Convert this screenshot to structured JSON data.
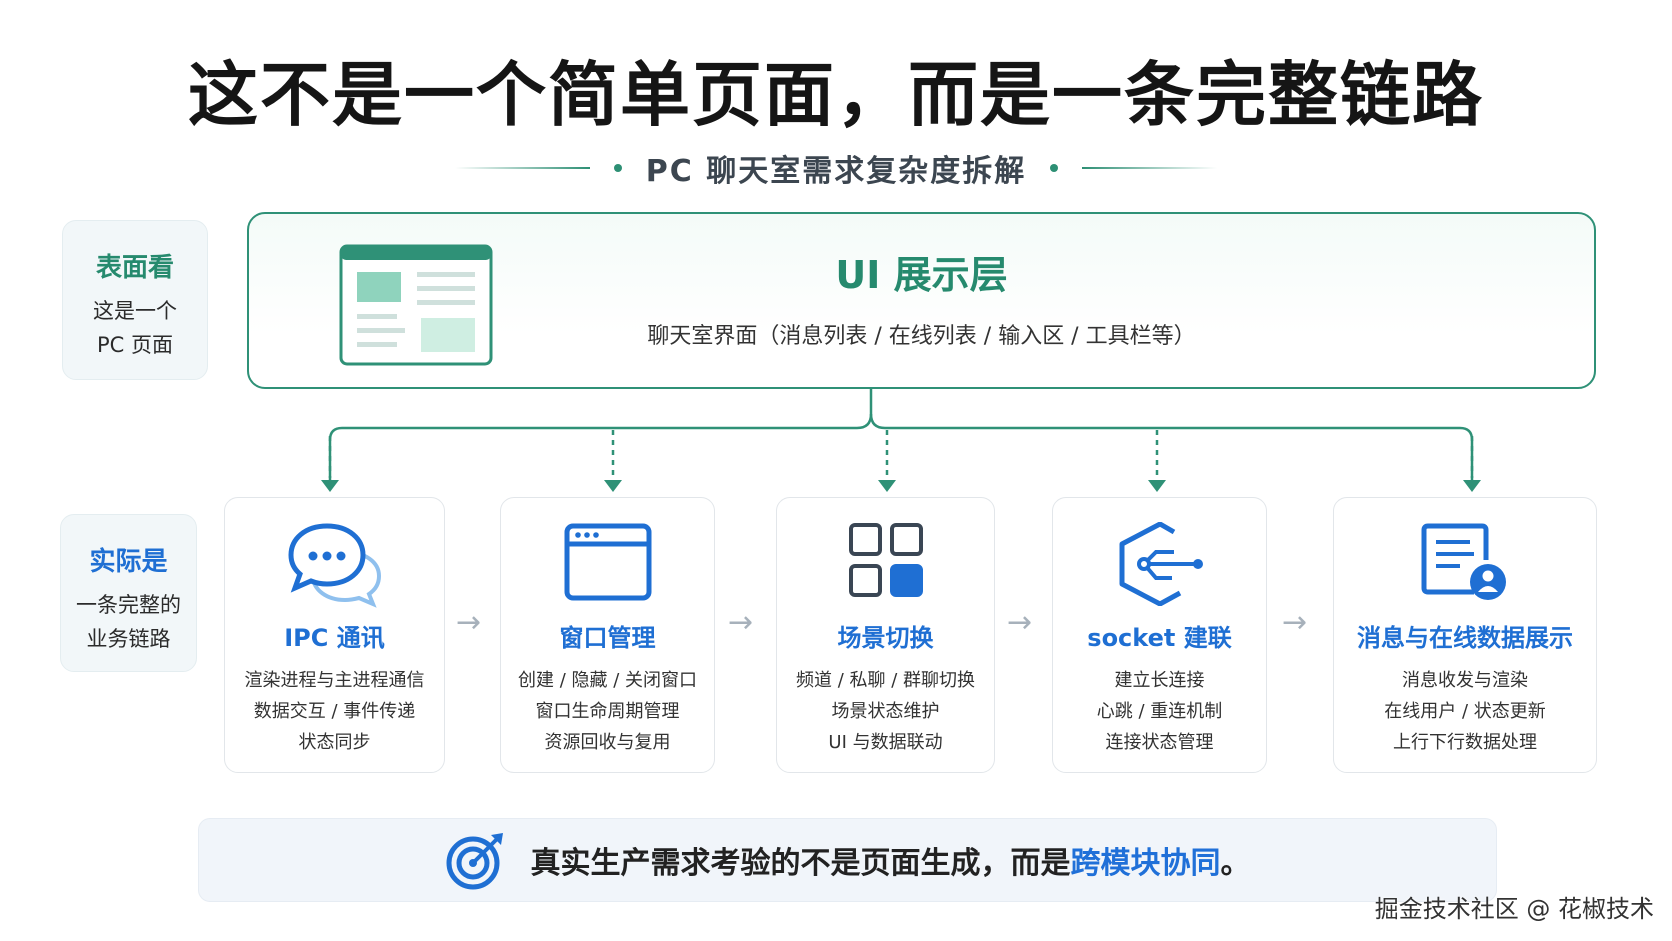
{
  "header": {
    "title": "这不是一个简单页面，而是一条完整链路",
    "subtitle": "PC 聊天室需求复杂度拆解"
  },
  "side_labels": {
    "surface": {
      "title": "表面看",
      "lines": [
        "这是一个",
        "PC 页面"
      ]
    },
    "actual": {
      "title": "实际是",
      "lines": [
        "一条完整的",
        "业务链路"
      ]
    }
  },
  "ui_layer": {
    "title": "UI 展示层",
    "description": "聊天室界面（消息列表 / 在线列表 / 输入区 / 工具栏等）"
  },
  "modules": [
    {
      "title": "IPC 通讯",
      "icon": "chat-bubbles-icon",
      "lines": [
        "渲染进程与主进程通信",
        "数据交互 / 事件传递",
        "状态同步"
      ]
    },
    {
      "title": "窗口管理",
      "icon": "window-icon",
      "lines": [
        "创建 / 隐藏 / 关闭窗口",
        "窗口生命周期管理",
        "资源回收与复用"
      ]
    },
    {
      "title": "场景切换",
      "icon": "grid-icon",
      "lines": [
        "频道 / 私聊 / 群聊切换",
        "场景状态维护",
        "UI 与数据联动"
      ]
    },
    {
      "title": "socket 建联",
      "icon": "connection-hexagon-icon",
      "lines": [
        "建立长连接",
        "心跳 / 重连机制",
        "连接状态管理"
      ]
    },
    {
      "title": "消息与在线数据展示",
      "icon": "document-user-icon",
      "lines": [
        "消息收发与渲染",
        "在线用户 / 状态更新",
        "上行下行数据处理"
      ]
    }
  ],
  "flow_arrow": "→",
  "banner": {
    "text": "真实生产需求考验的不是页面生成，而是",
    "highlight": "跨模块协同",
    "suffix": "。",
    "icon": "target-icon"
  },
  "watermark": "掘金技术社区 @ 花椒技术",
  "colors": {
    "green": "#2f9177",
    "blue": "#1f6fd3",
    "blue_dark": "#2070d8",
    "light_green": "#8fd3bd"
  }
}
